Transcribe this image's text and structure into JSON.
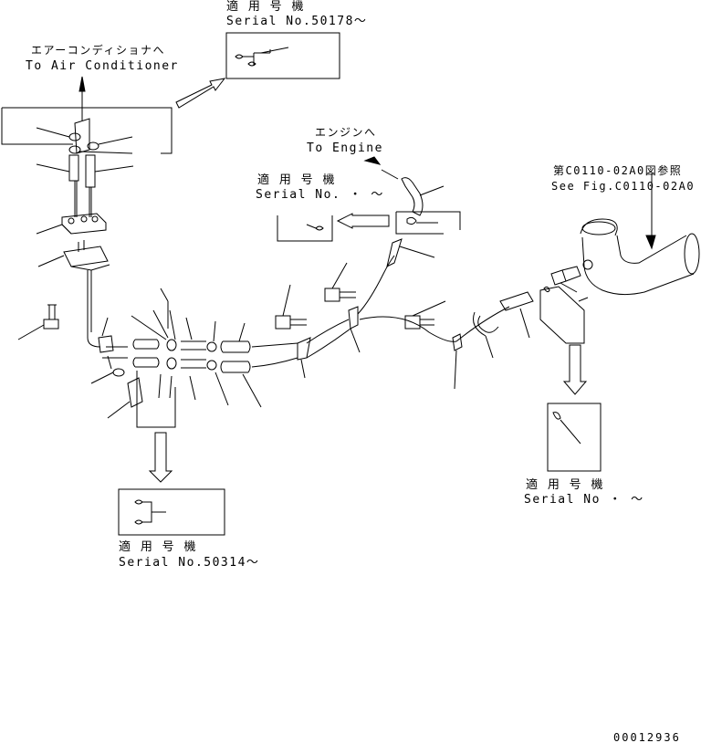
{
  "labels": {
    "ac_jp": "エアーコンディショナへ",
    "ac_en": "To Air Conditioner",
    "serial_top_jp": "適 用 号 機",
    "serial_top_en": "Serial No.50178～",
    "engine_jp": "エンジンへ",
    "engine_en": "To Engine",
    "serial_mid_jp": "適 用 号 機",
    "serial_mid_en": "Serial No.  ・ ～",
    "seefig_jp": "第C0110-02A0図参照",
    "seefig_en": "See Fig.C0110-02A0",
    "serial_right_jp": "適 用 号 機",
    "serial_right_en": "Serial No   ・ ～",
    "serial_bottom_jp": "適 用 号 機",
    "serial_bottom_en": "Serial No.50314～",
    "drawing_no": "00012936"
  }
}
